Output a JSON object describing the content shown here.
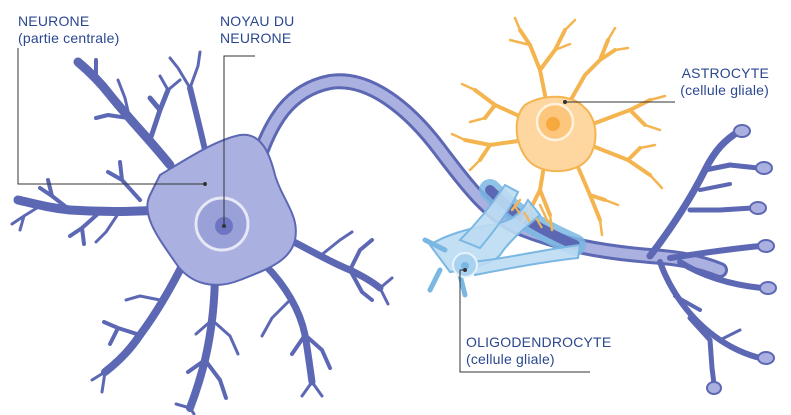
{
  "labels": {
    "neurone": {
      "line1": "NEURONE",
      "line2": "(partie centrale)"
    },
    "noyau": {
      "line1": "NOYAU DU",
      "line2": "NEURONE"
    },
    "astrocyte": {
      "line1": "ASTROCYTE",
      "line2": "(cellule gliale)"
    },
    "oligodendrocyte": {
      "line1": "OLIGODENDROCYTE",
      "line2": "(cellule gliale)"
    }
  },
  "colors": {
    "neuron_fill": "#aab0e0",
    "neuron_stroke": "#5d68b4",
    "nucleus": "#6e76c4",
    "astrocyte_fill": "#fdd6a0",
    "astrocyte_stroke": "#f4b551",
    "astrocyte_nucleus": "#f7a83e",
    "oligo_fill": "#bcdcf3",
    "oligo_stroke": "#7ab7e3",
    "label_text": "#2a4790",
    "leader_line": "#333333"
  }
}
